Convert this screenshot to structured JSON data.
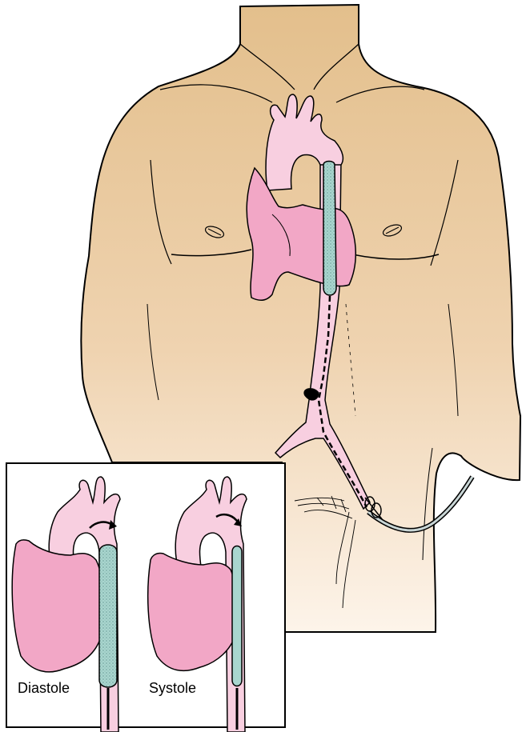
{
  "inset": {
    "panels": [
      {
        "label": "Diastole"
      },
      {
        "label": "Systole"
      }
    ]
  },
  "colors": {
    "skin_top": "#e3bf8c",
    "skin_bottom": "#fdf4ea",
    "heart": "#f2a7c6",
    "aorta": "#f8cfe0",
    "balloon": "#a9d6cf",
    "catheter": "#c9d6d6",
    "outline": "#000000",
    "inset_background": "#ffffff"
  },
  "icons": [
    "torso-illustration",
    "heart-icon",
    "aorta-icon",
    "balloon-catheter-icon",
    "inset-panel"
  ]
}
